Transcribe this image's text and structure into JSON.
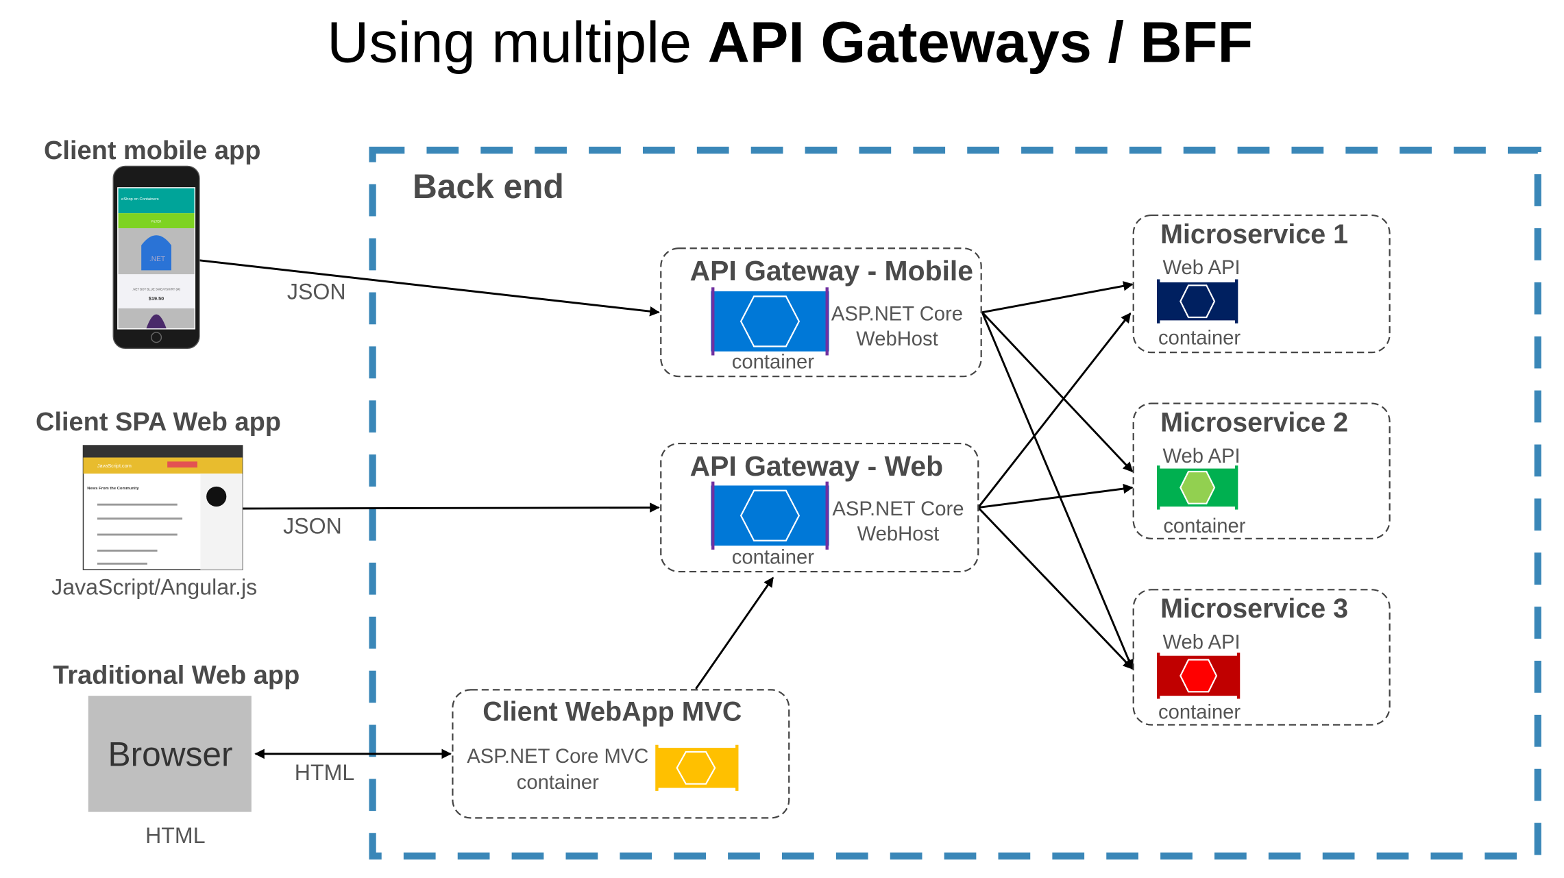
{
  "title": {
    "normal": "Using multiple ",
    "bold": "API Gateways / BFF"
  },
  "backend": {
    "label": "Back end",
    "border_color": "#3a87b8"
  },
  "clients": {
    "mobile": {
      "label": "Client mobile app",
      "protocol": "JSON",
      "screen": {
        "app_title": "eShop on Containers",
        "filter": "FILTER",
        "product": ".NET BOT BLUE SWEATSHIRT (M)",
        "price": "$19.50",
        "logo": ".NET"
      }
    },
    "spa": {
      "label": "Client SPA Web app",
      "protocol": "JSON",
      "caption": "JavaScript/Angular.js",
      "screen": {
        "site": "JavaScript.com",
        "heading": "News From the Community"
      }
    },
    "traditional": {
      "label": "Traditional Web app",
      "browser": "Browser",
      "protocol": "HTML",
      "caption": "HTML"
    }
  },
  "gateways": [
    {
      "title": "API Gateway - Mobile",
      "line1": "ASP.NET Core",
      "line2": "WebHost",
      "container": "container",
      "color": "#0078d7"
    },
    {
      "title": "API Gateway - Web",
      "line1": "ASP.NET Core",
      "line2": "WebHost",
      "container": "container",
      "color": "#0078d7"
    }
  ],
  "mvc": {
    "title": "Client WebApp MVC",
    "line1": "ASP.NET Core MVC",
    "line2": "container",
    "color": "#ffc000"
  },
  "microservices": [
    {
      "title": "Microservice 1",
      "api": "Web API",
      "container": "container",
      "color": "#002060",
      "hex_color": "#002060"
    },
    {
      "title": "Microservice 2",
      "api": "Web API",
      "container": "container",
      "color": "#00b050",
      "hex_color": "#92d050"
    },
    {
      "title": "Microservice 3",
      "api": "Web API",
      "container": "container",
      "color": "#c00000",
      "hex_color": "#ff0000"
    }
  ]
}
